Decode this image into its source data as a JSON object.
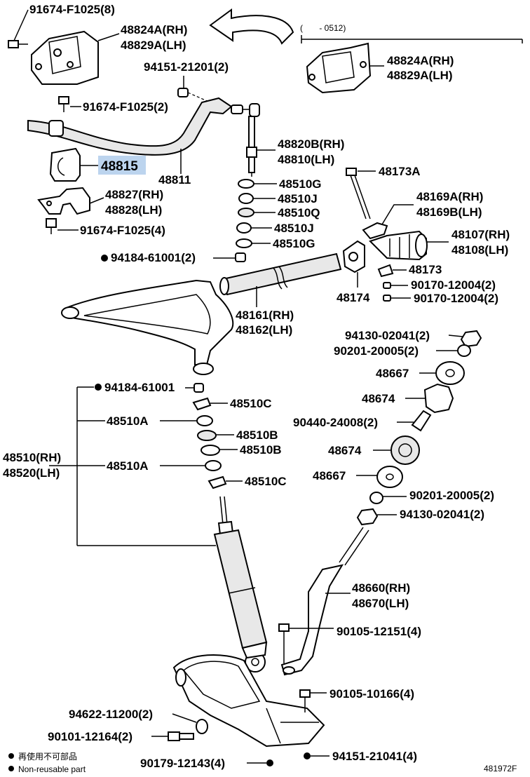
{
  "header": {
    "date_range": "(       - 0512)"
  },
  "labels": {
    "bolt_top": "91674-F1025(8)",
    "bracket_rh_1": "48824A(RH)",
    "bracket_lh_1": "48829A(LH)",
    "bracket_rh_2": "48824A(RH)",
    "bracket_lh_2": "48829A(LH)",
    "nut_link": "94151-21201(2)",
    "bolt_mid": "91674-F1025(2)",
    "link_rh": "48820B(RH)",
    "link_lh": "48810(LH)",
    "bushing": "48815",
    "stabilizer_bar": "48811",
    "clamp_rh": "48827(RH)",
    "clamp_lh": "48828(LH)",
    "bolt_clamp": "91674-F1025(4)",
    "washer_g1": "48510G",
    "washer_j1": "48510J",
    "washer_q": "48510Q",
    "washer_j2": "48510J",
    "washer_g2": "48510G",
    "nut_link_lower": "94184-61001(2)",
    "bolt_173a": "48173A",
    "cam_rh": "48169A(RH)",
    "cam_lh": "48169B(LH)",
    "bush_rh": "48107(RH)",
    "bush_lh": "48108(LH)",
    "part_48173": "48173",
    "part_48174": "48174",
    "nut_12004_1": "90170-12004(2)",
    "nut_12004_2": "90170-12004(2)",
    "torsion_rh": "48161(RH)",
    "torsion_lh": "48162(LH)",
    "nut_02041_1": "94130-02041(2)",
    "washer_20005_1": "90201-20005(2)",
    "cushion_48667_1": "48667",
    "retainer_48674_1": "48674",
    "collar_24008": "90440-24008(2)",
    "retainer_48674_2": "48674",
    "cushion_48667_2": "48667",
    "washer_20005_2": "90201-20005(2)",
    "nut_02041_2": "94130-02041(2)",
    "nut_shock_top": "94184-61001",
    "washer_c1": "48510C",
    "washer_a1": "48510A",
    "washer_b1": "48510B",
    "washer_b2": "48510B",
    "washer_a2": "48510A",
    "washer_c2": "48510C",
    "shock_rh": "48510(RH)",
    "shock_lh": "48520(LH)",
    "arm_rh": "48660(RH)",
    "arm_lh": "48670(LH)",
    "bolt_12151": "90105-12151(4)",
    "bolt_10166": "90105-10166(4)",
    "nut_11200": "94622-11200(2)",
    "bolt_12164": "90101-12164(2)",
    "bolt_12143": "90179-12143(4)",
    "nut_21041": "94151-21041(4)"
  },
  "legend": {
    "jp_text": "再使用不可部品",
    "en_text": "Non-reusable part"
  },
  "footer": {
    "figure_code": "481972F"
  },
  "colors": {
    "highlight": "#bcd4ee",
    "ink": "#000000"
  }
}
